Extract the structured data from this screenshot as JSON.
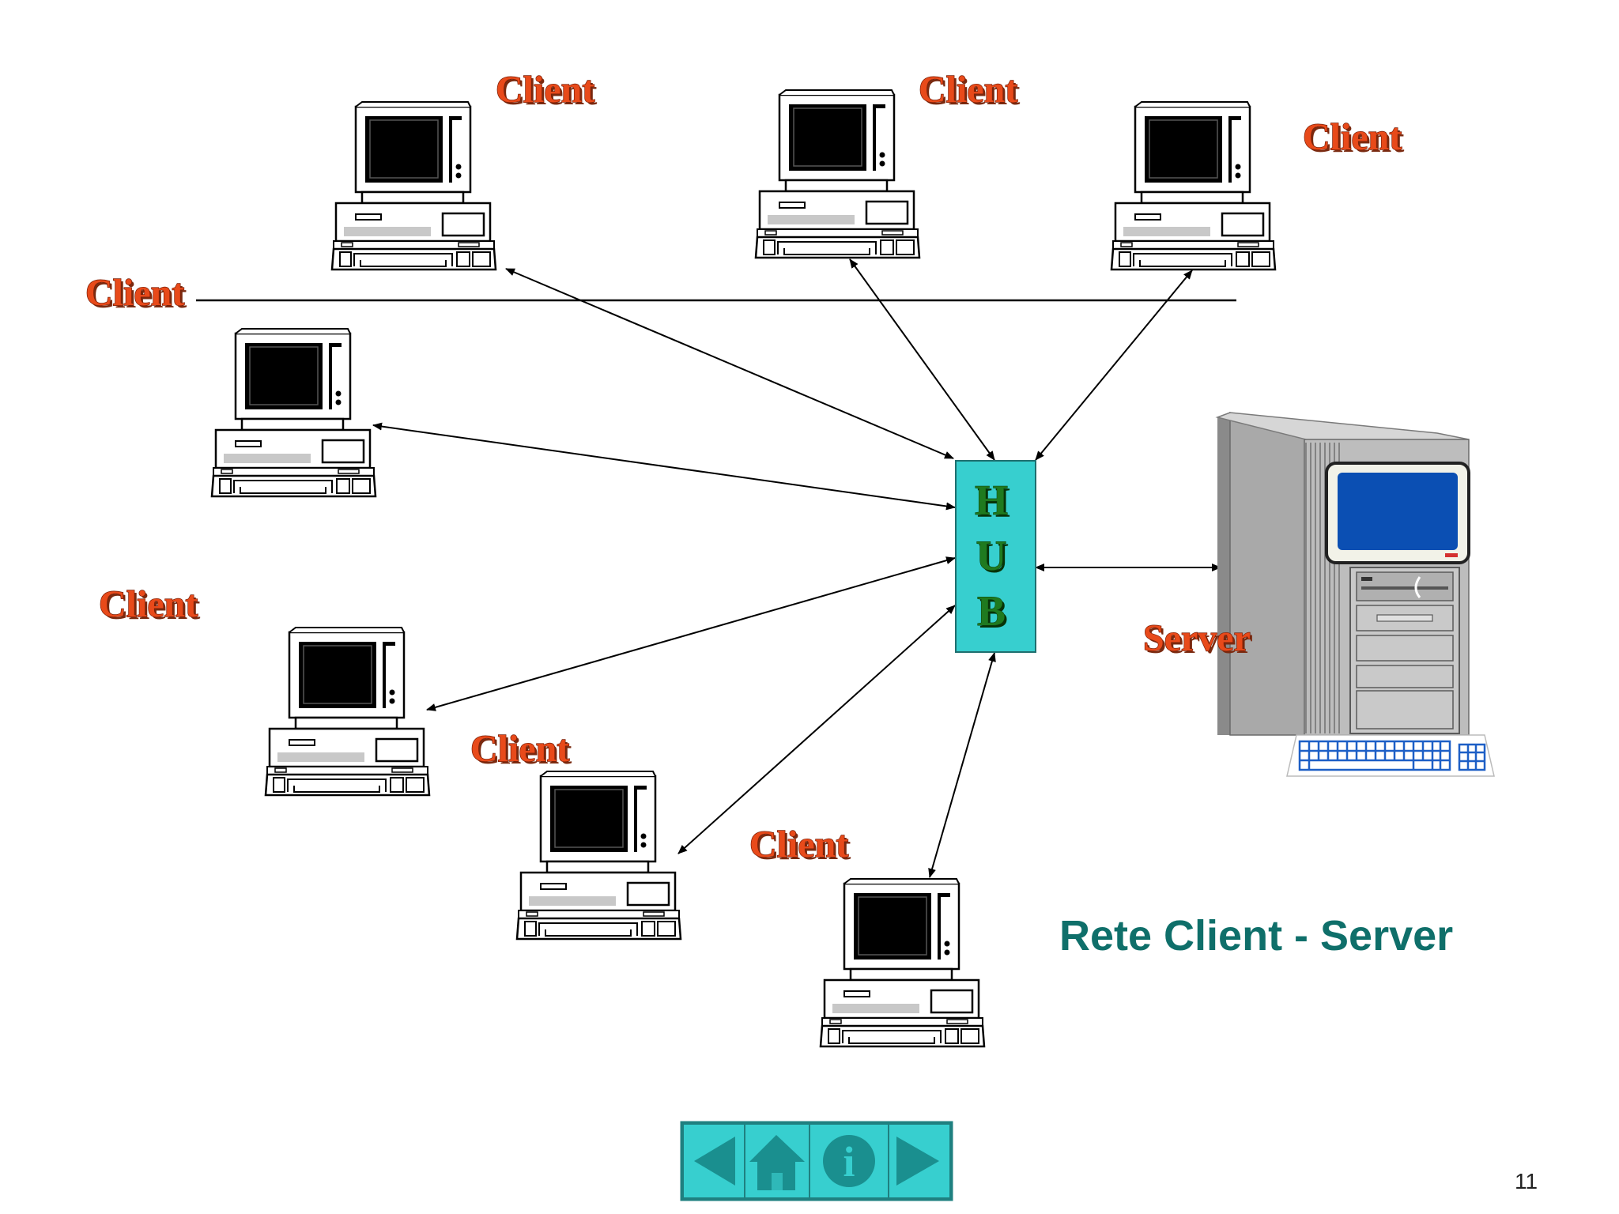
{
  "nodes": {
    "client_label": "Client",
    "hub_letters": [
      "H",
      "U",
      "B"
    ],
    "server_label": "Server"
  },
  "title": "Rete Client - Server",
  "page_number": "11",
  "colors": {
    "label": "#e84a1a",
    "hub_fill": "#37cfcf",
    "hub_letters": "#1f7a1f",
    "title": "#0f6f6a",
    "nav_fill": "#37cfcf",
    "monitor_screen": "#0b4fb3",
    "keyboard": "#1d5fc6"
  },
  "navigation": {
    "buttons": [
      {
        "name": "previous",
        "icon": "arrow-left-icon"
      },
      {
        "name": "home",
        "icon": "home-icon"
      },
      {
        "name": "info",
        "icon": "info-icon",
        "glyph": "i"
      },
      {
        "name": "next",
        "icon": "arrow-right-icon"
      }
    ]
  }
}
